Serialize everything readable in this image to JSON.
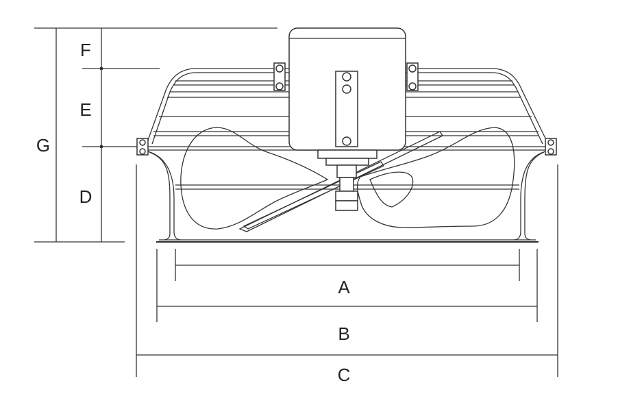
{
  "dimension_labels": {
    "a": "A",
    "b": "B",
    "c": "C",
    "d": "D",
    "e": "E",
    "f": "F",
    "g": "G"
  },
  "colors": {
    "line": "#333333",
    "background": "#ffffff"
  }
}
